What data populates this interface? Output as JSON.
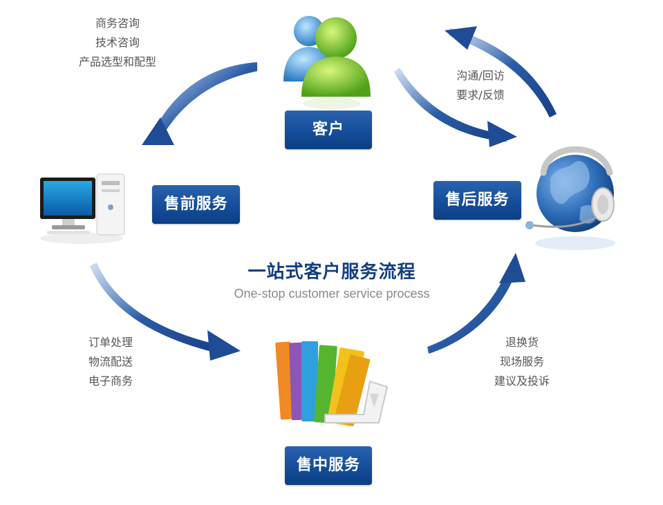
{
  "title": "一站式客户服务流程",
  "subtitle": "One-stop customer service process",
  "stages": {
    "customer": "客户",
    "pre_sale": "售前服务",
    "after_sale": "售后服务",
    "in_sale": "售中服务"
  },
  "notes": {
    "pre_sale": [
      "商务咨询",
      "技术咨询",
      "产品选型和配型"
    ],
    "customer_to_after": [
      "沟通/回访",
      "要求/反馈"
    ],
    "in_sale": [
      "订单处理",
      "物流配送",
      "电子商务"
    ],
    "after_sale": [
      "退换货",
      "现场服务",
      "建议及投诉"
    ]
  },
  "icons": {
    "customer": "users-icon",
    "pre_sale": "computer-icon",
    "after_sale": "headset-globe-icon",
    "in_sale": "books-icon"
  },
  "colors": {
    "label_bg": "#164f9c",
    "arrow": "#1d4a93",
    "title": "#123f80",
    "text": "#555555"
  }
}
